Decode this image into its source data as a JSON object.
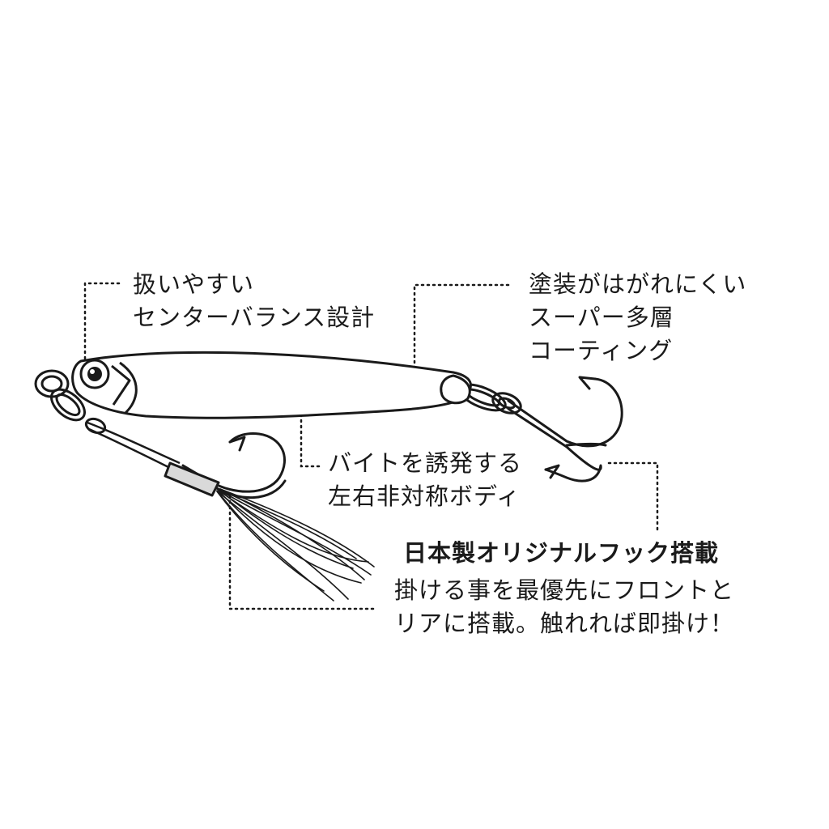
{
  "callouts": {
    "center_balance": {
      "line1": "扱いやすい",
      "line2": "センターバランス設計"
    },
    "coating": {
      "line1": "塗装がはがれにくい",
      "line2": "スーパー多層",
      "line3": "コーティング"
    },
    "asymmetric_body": {
      "line1": "バイトを誘発する",
      "line2": "左右非対称ボディ"
    },
    "hooks": {
      "title": "日本製オリジナルフック搭載",
      "line1": "掛ける事を最優先にフロントと",
      "line2": "リアに搭載。触れれば即掛け！"
    }
  },
  "colors": {
    "ink": "#1a1a1a",
    "lure_fill": "#ffffff",
    "sleeve_fill": "#d9d9d9"
  }
}
